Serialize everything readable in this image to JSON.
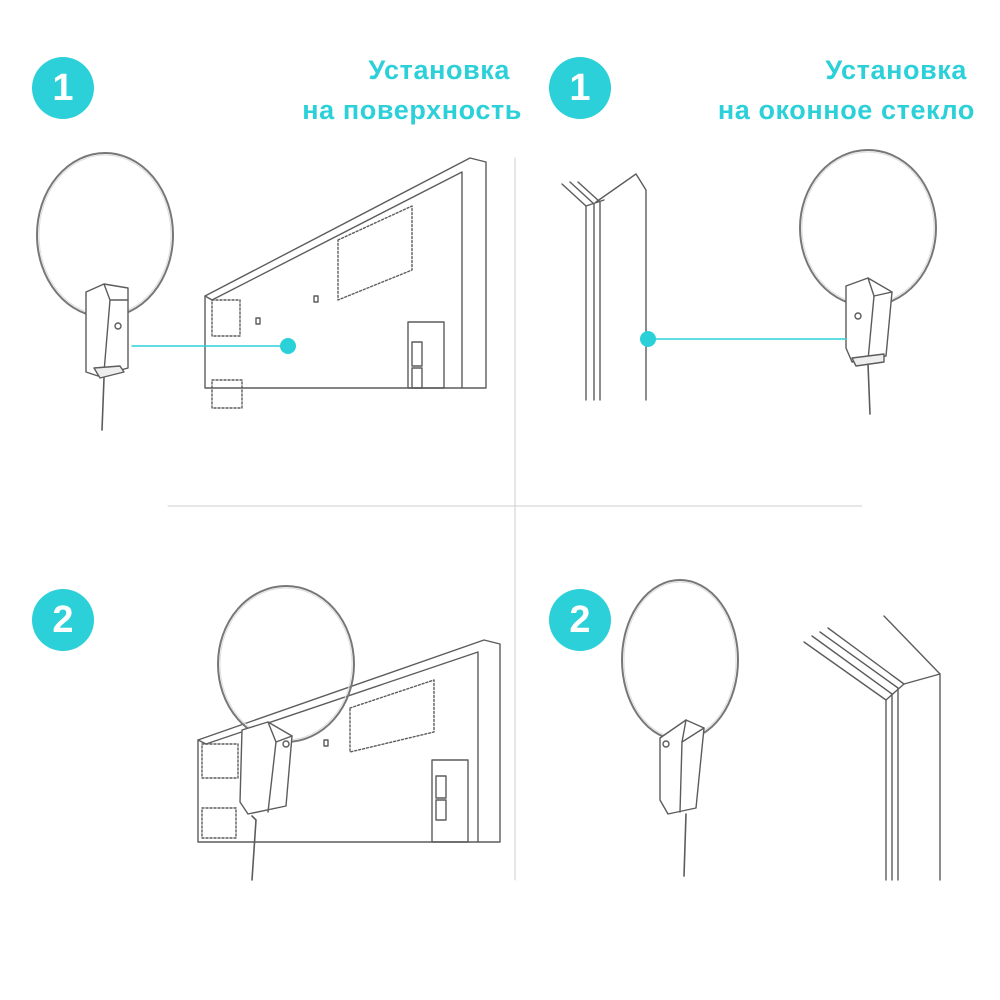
{
  "colors": {
    "accent": "#2bd0d8",
    "line": "#5c5c5c",
    "divider": "#cfcfcf"
  },
  "steps": [
    {
      "number": "1",
      "icon": "step-1-badge"
    },
    {
      "number": "1",
      "icon": "step-1-badge"
    },
    {
      "number": "2",
      "icon": "step-2-badge"
    },
    {
      "number": "2",
      "icon": "step-2-badge"
    }
  ],
  "headings": {
    "surface": {
      "line1": "Установка",
      "line2": "на поверхность"
    },
    "window": {
      "line1": "Установка",
      "line2": "на оконное стекло"
    }
  },
  "illustrations": [
    {
      "icon": "antenna-icon"
    },
    {
      "icon": "tv-back-icon"
    },
    {
      "icon": "window-frame-icon"
    },
    {
      "icon": "mount-point-icon"
    }
  ]
}
